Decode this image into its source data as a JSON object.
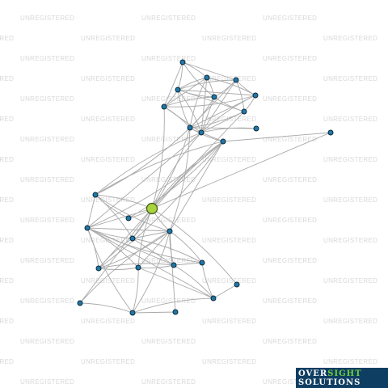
{
  "watermark": "UNREGISTERED",
  "logo": {
    "line1_a": "OVER",
    "line1_b": "SIGHT",
    "line2": "SOLUTIONS"
  },
  "colors": {
    "node": "#1f78a8",
    "focus_node": "#a9d33e",
    "edge": "#a8a8a8",
    "logo_bg": "#0f3e63",
    "logo_accent": "#6fcf3c"
  },
  "graph": {
    "node_count": 30,
    "focus_node": "n0",
    "edges": [
      [
        "n1",
        "n2"
      ],
      [
        "n1",
        "n6"
      ],
      [
        "n1",
        "n5"
      ],
      [
        "n1",
        "n4"
      ],
      [
        "n1",
        "n3"
      ],
      [
        "n2",
        "n4"
      ],
      [
        "n2",
        "n5"
      ],
      [
        "n2",
        "n6"
      ],
      [
        "n2",
        "n9"
      ],
      [
        "n2",
        "n7"
      ],
      [
        "n2",
        "n10"
      ],
      [
        "n3",
        "n4"
      ],
      [
        "n3",
        "n5"
      ],
      [
        "n3",
        "n9"
      ],
      [
        "n3",
        "n7"
      ],
      [
        "n3",
        "n8"
      ],
      [
        "n3",
        "n10"
      ],
      [
        "n4",
        "n5"
      ],
      [
        "n4",
        "n6"
      ],
      [
        "n4",
        "n8"
      ],
      [
        "n4",
        "n9"
      ],
      [
        "n4",
        "n10"
      ],
      [
        "n4",
        "n7"
      ],
      [
        "n5",
        "n6"
      ],
      [
        "n5",
        "n9"
      ],
      [
        "n5",
        "n10"
      ],
      [
        "n5",
        "n8"
      ],
      [
        "n6",
        "n9"
      ],
      [
        "n6",
        "n10"
      ],
      [
        "n6",
        "n7"
      ],
      [
        "n7",
        "n8"
      ],
      [
        "n7",
        "n9"
      ],
      [
        "n7",
        "n10"
      ],
      [
        "n8",
        "n9"
      ],
      [
        "n8",
        "n10"
      ],
      [
        "n9",
        "n10"
      ],
      [
        "n10",
        "n11"
      ],
      [
        "n9",
        "n11"
      ],
      [
        "n0",
        "n9"
      ],
      [
        "n0",
        "n10"
      ],
      [
        "n0",
        "n8"
      ],
      [
        "n0",
        "n6"
      ],
      [
        "n12",
        "n9"
      ],
      [
        "n12",
        "n10"
      ],
      [
        "n14",
        "n9"
      ],
      [
        "n14",
        "n10"
      ],
      [
        "n16",
        "n10"
      ],
      [
        "n17",
        "n9"
      ],
      [
        "n0",
        "n12"
      ],
      [
        "n0",
        "n13"
      ],
      [
        "n0",
        "n14"
      ],
      [
        "n0",
        "n15"
      ],
      [
        "n0",
        "n16"
      ],
      [
        "n0",
        "n17"
      ],
      [
        "n0",
        "n18"
      ],
      [
        "n0",
        "n19"
      ],
      [
        "n0",
        "n20"
      ],
      [
        "n0",
        "n23"
      ],
      [
        "n0",
        "n24"
      ],
      [
        "n15",
        "n12"
      ],
      [
        "n15",
        "n14"
      ],
      [
        "n13",
        "n12"
      ],
      [
        "n12",
        "n14"
      ],
      [
        "n12",
        "n16"
      ],
      [
        "n12",
        "n17"
      ],
      [
        "n12",
        "n18"
      ],
      [
        "n12",
        "n19"
      ],
      [
        "n14",
        "n16"
      ],
      [
        "n14",
        "n17"
      ],
      [
        "n14",
        "n18"
      ],
      [
        "n16",
        "n17"
      ],
      [
        "n16",
        "n18"
      ],
      [
        "n16",
        "n19"
      ],
      [
        "n16",
        "n21"
      ],
      [
        "n16",
        "n22"
      ],
      [
        "n16",
        "n20"
      ],
      [
        "n16",
        "n25"
      ],
      [
        "n16",
        "n26"
      ],
      [
        "n17",
        "n19"
      ],
      [
        "n17",
        "n20"
      ],
      [
        "n17",
        "n21"
      ],
      [
        "n17",
        "n22"
      ],
      [
        "n17",
        "n18"
      ],
      [
        "n17",
        "n24"
      ],
      [
        "n17",
        "n26"
      ],
      [
        "n17",
        "n27"
      ],
      [
        "n18",
        "n19"
      ],
      [
        "n18",
        "n22"
      ],
      [
        "n18",
        "n21"
      ],
      [
        "n19",
        "n20"
      ],
      [
        "n19",
        "n21"
      ],
      [
        "n20",
        "n25"
      ],
      [
        "n20",
        "n21"
      ],
      [
        "n20",
        "n26"
      ],
      [
        "n21",
        "n22"
      ],
      [
        "n22",
        "n25"
      ],
      [
        "n21",
        "n25"
      ],
      [
        "n23",
        "n25"
      ],
      [
        "n25",
        "n26"
      ],
      [
        "n24",
        "n26"
      ],
      [
        "n26",
        "n27"
      ]
    ]
  }
}
